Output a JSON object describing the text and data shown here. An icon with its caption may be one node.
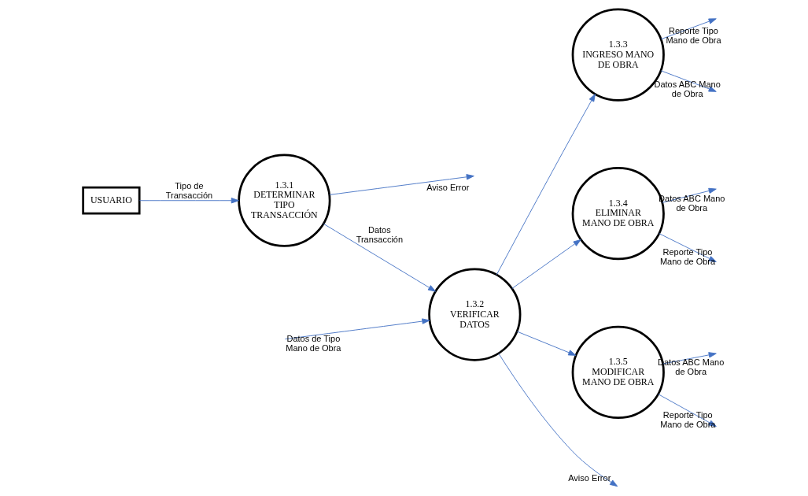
{
  "diagram": {
    "nodes": [
      {
        "text": [
          "USUARIO"
        ]
      },
      {
        "text": [
          "1.3.1",
          "DETERMINAR TIPO TRANSACCIÓN"
        ]
      },
      {
        "text": [
          "1.3.2",
          "VERIFICAR DATOS"
        ]
      },
      {
        "text": [
          "1.3.3",
          "INGRESO MANO DE OBRA"
        ]
      },
      {
        "text": [
          "1.3.4",
          "ELIMINAR MANO DE OBRA"
        ]
      },
      {
        "text": [
          "1.3.5",
          "MODIFICAR MANO DE OBRA"
        ]
      }
    ],
    "edges": [
      {
        "from": 0,
        "to": 1,
        "arrow": "to",
        "label": "Tipo de Transacción"
      },
      {
        "from": 1,
        "to": 2,
        "arrow": "to",
        "label": "Datos Transacción"
      },
      {
        "from": 1,
        "to": null,
        "arrow": "to",
        "label": "Aviso Error"
      },
      {
        "from": 2,
        "to": null,
        "arrow": "to",
        "label": "Aviso Error"
      },
      {
        "from": 2,
        "to": 3,
        "arrow": "to"
      },
      {
        "from": 2,
        "to": 4,
        "arrow": "to"
      },
      {
        "from": 2,
        "to": 5,
        "arrow": "to"
      },
      {
        "from": null,
        "to": 2,
        "arrow": "to",
        "label": "Datos de Tipo Mano de Obra"
      },
      {
        "from": 3,
        "to": null,
        "arrow": "to",
        "label": "Datos ABC Mano de Obra"
      },
      {
        "from": 3,
        "to": null,
        "arrow": "to",
        "label": "Reporte Tipo Mano de Obra"
      },
      {
        "from": 4,
        "to": null,
        "arrow": "to",
        "label": "Reporte Tipo Mano de Obra"
      },
      {
        "from": 4,
        "to": null,
        "arrow": "to",
        "label": "Datos ABC Mano de Obra"
      },
      {
        "from": 5,
        "to": null,
        "arrow": "to",
        "label": "Reporte Tipo Mano de Obra"
      },
      {
        "from": 5,
        "to": null,
        "arrow": "to",
        "label": "Datos ABC Mano de Obra"
      }
    ]
  }
}
